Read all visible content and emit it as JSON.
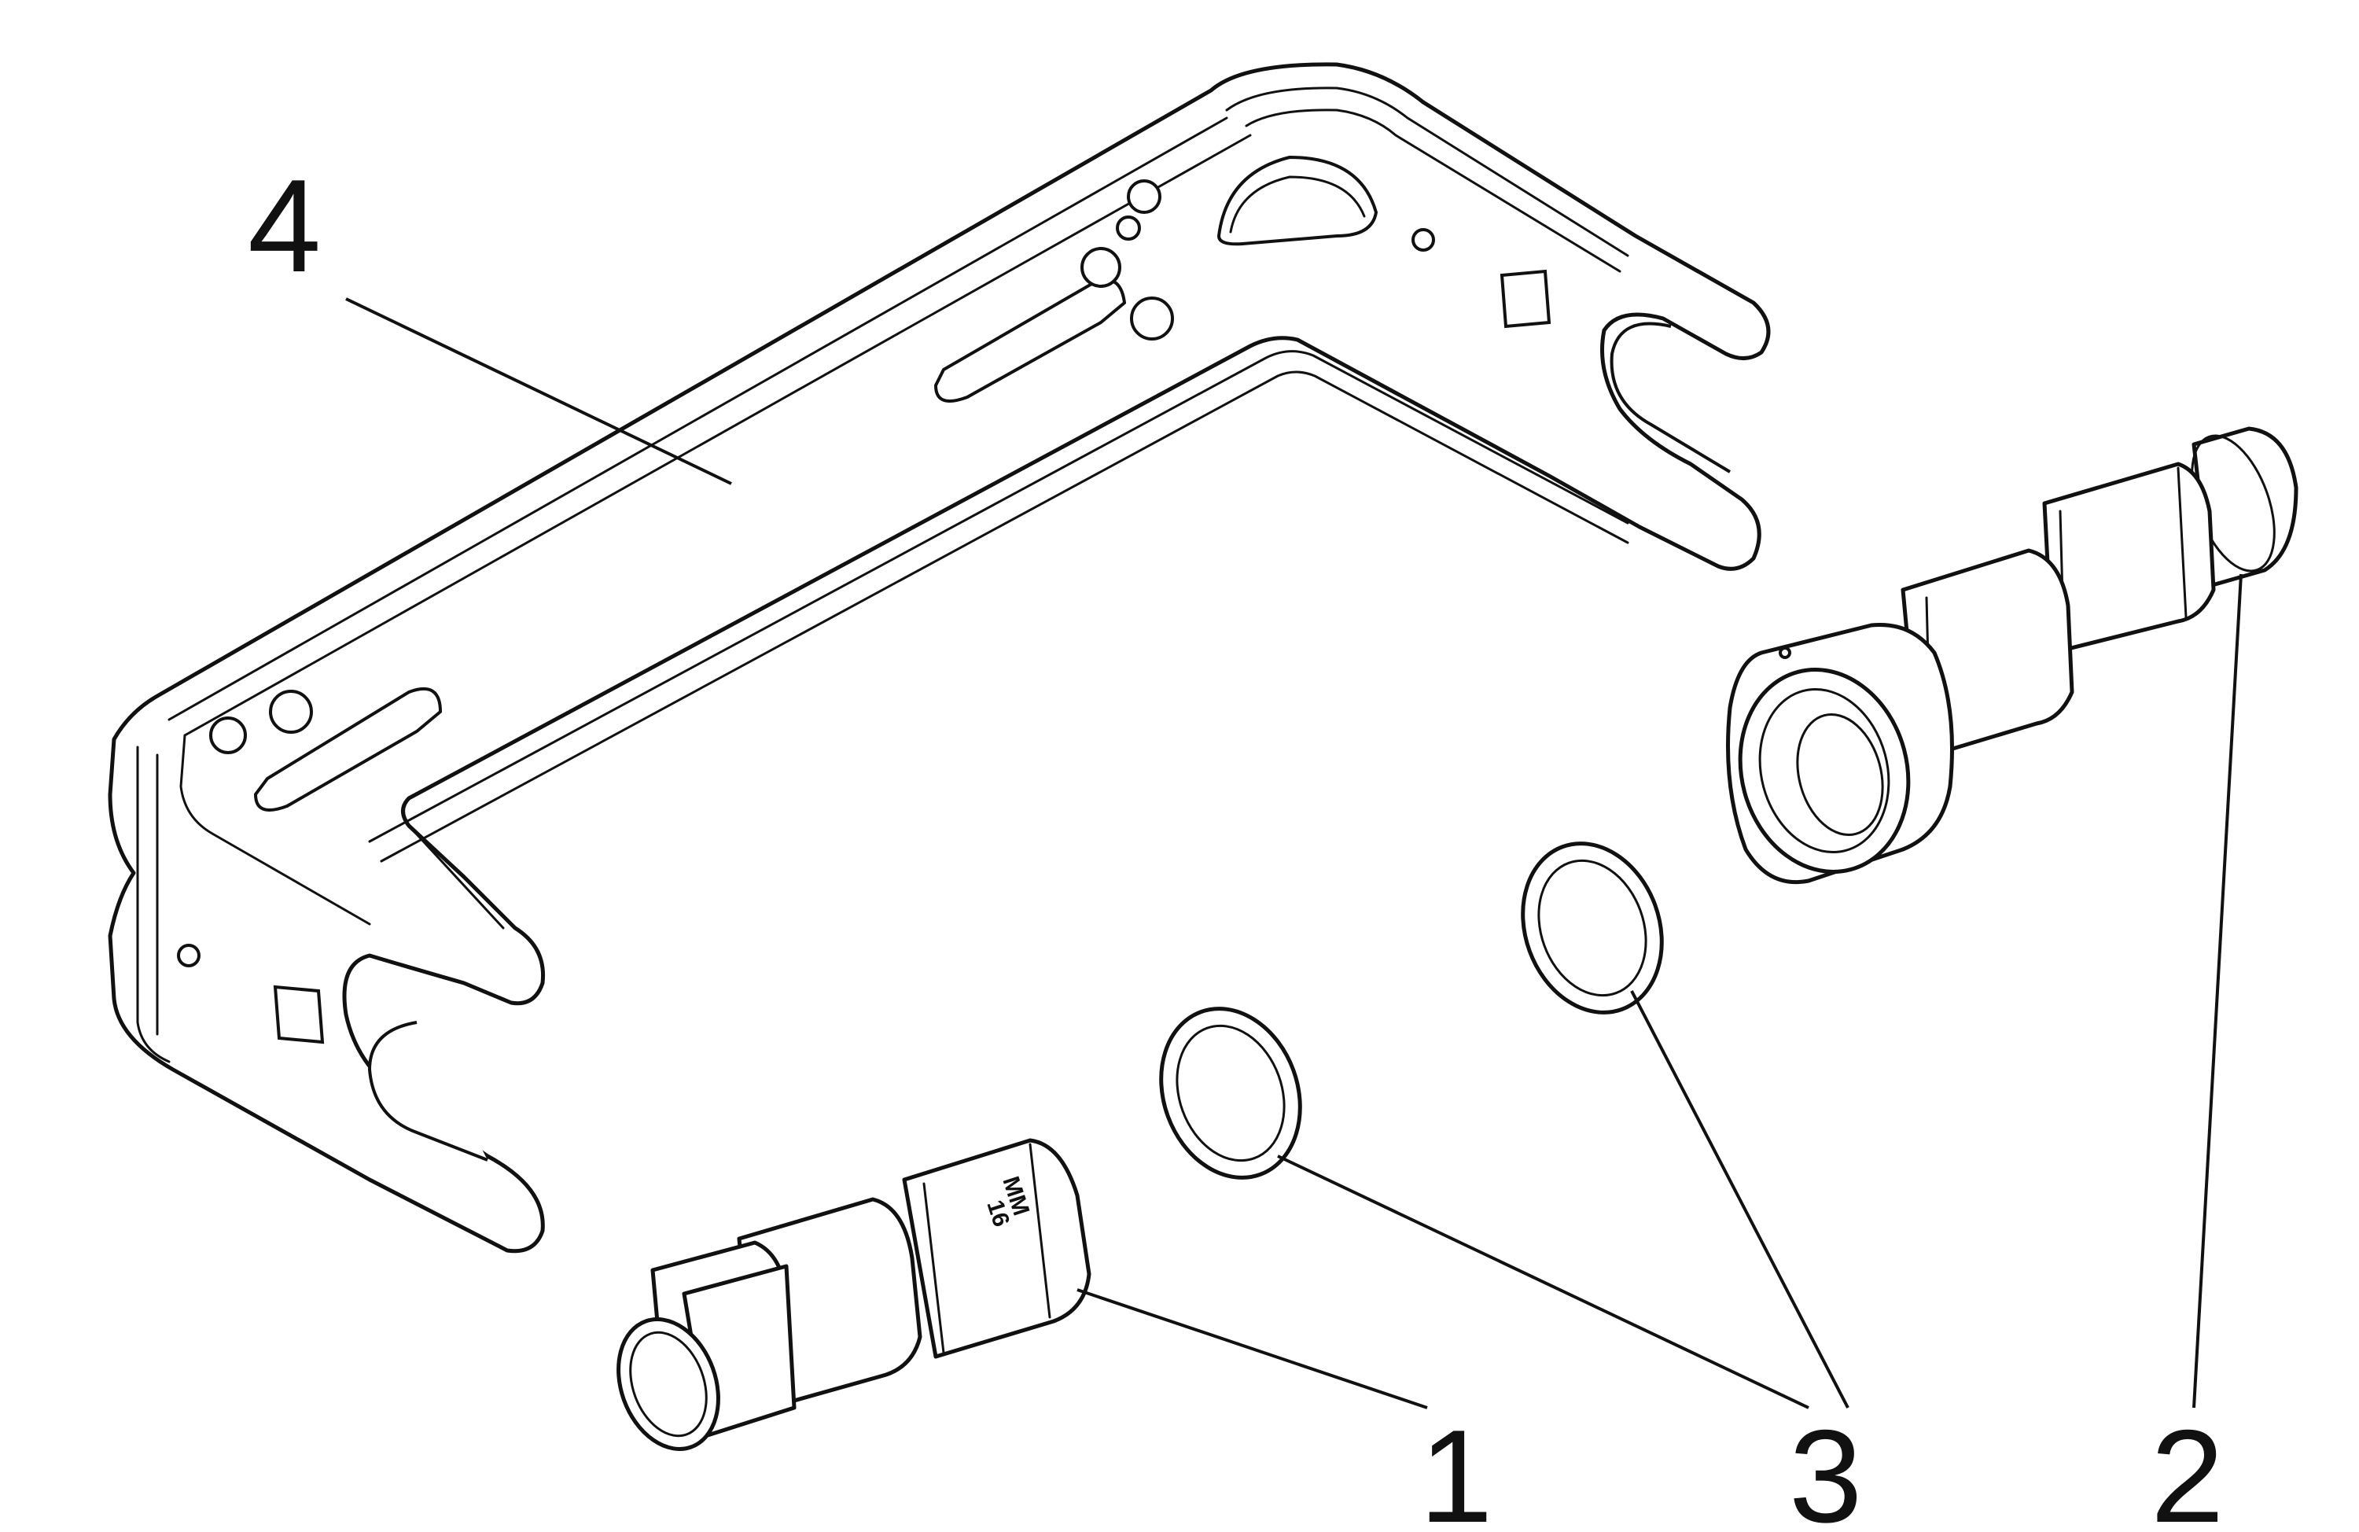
{
  "callouts": {
    "c1": "1",
    "c2": "2",
    "c3": "3",
    "c4": "4"
  },
  "fitting_stamp": {
    "line1": "MM",
    "line2": "16"
  },
  "colors": {
    "line": "#111111",
    "background": "#ffffff"
  }
}
